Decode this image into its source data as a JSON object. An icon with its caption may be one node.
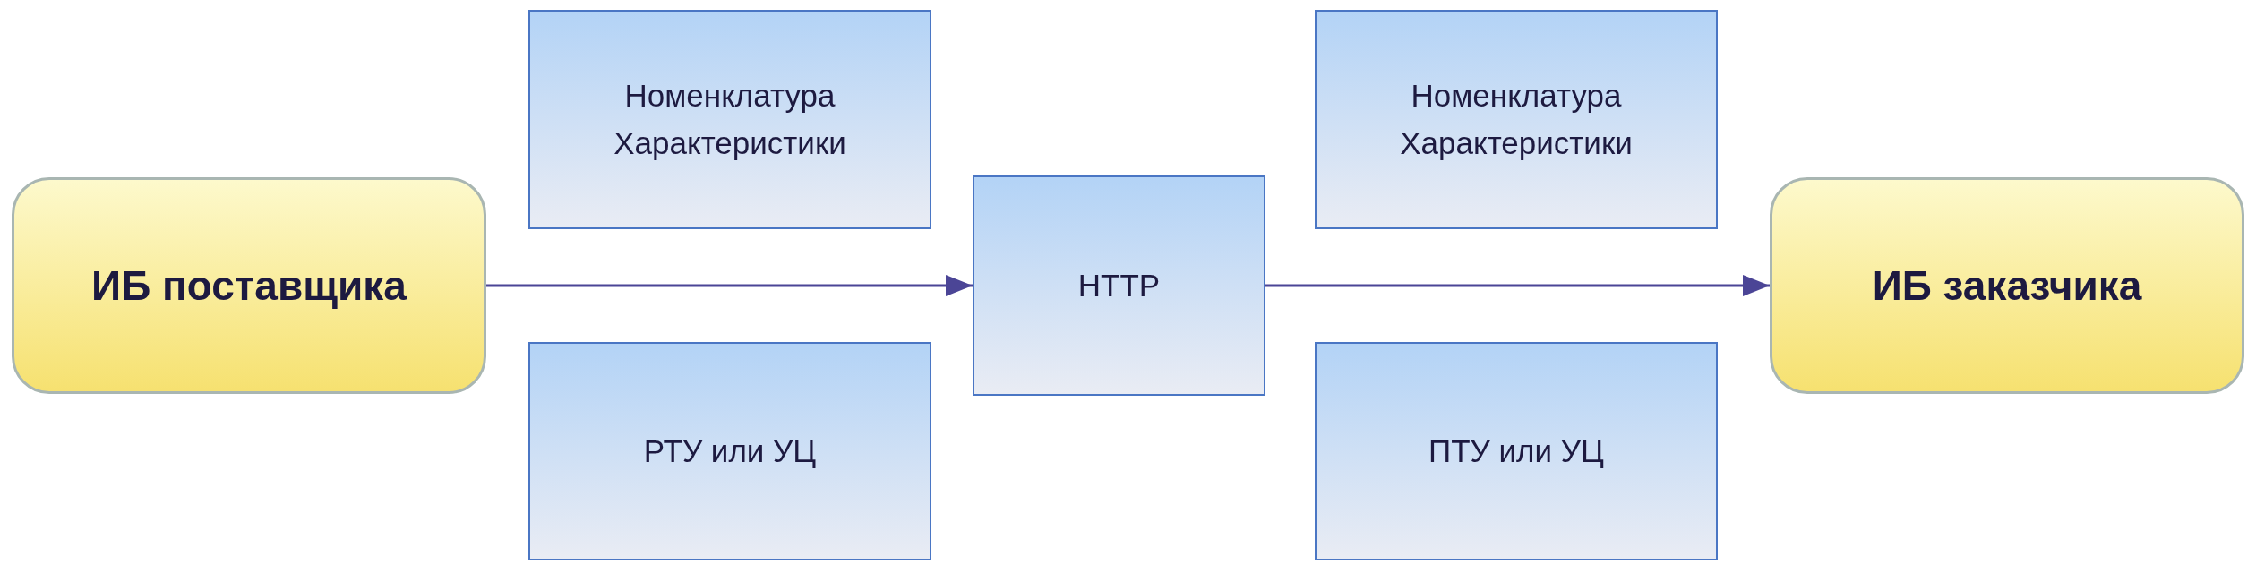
{
  "diagram": {
    "nodes": [
      {
        "text": [
          "ИБ поставщика"
        ]
      },
      {
        "text": [
          "Номенклатура Характеристики"
        ]
      },
      {
        "text": [
          "РТУ или УЦ"
        ]
      },
      {
        "text": [
          "HTTP"
        ]
      },
      {
        "text": [
          "Номенклатура Характеристики"
        ]
      },
      {
        "text": [
          "ПТУ или УЦ"
        ]
      },
      {
        "text": [
          "ИБ заказчика"
        ]
      }
    ],
    "edges": [
      {
        "from": 0,
        "to": 3,
        "arrow": "to"
      },
      {
        "from": 3,
        "to": 6,
        "arrow": "to"
      }
    ]
  }
}
